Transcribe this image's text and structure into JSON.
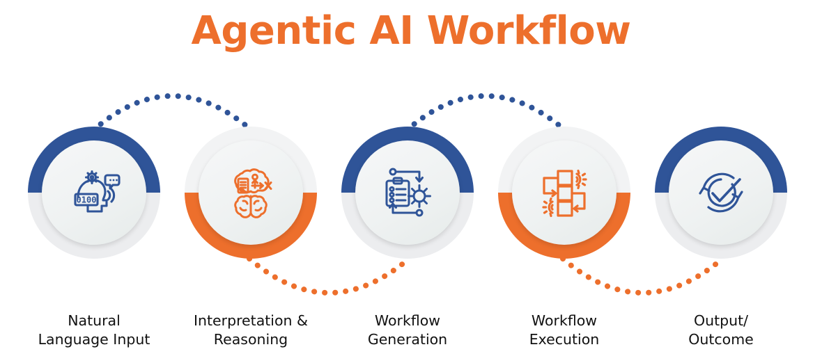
{
  "title": "Agentic AI Workflow",
  "colors": {
    "blue": "#2F5498",
    "orange": "#ED6F2C",
    "ring_gray_light": "#F2F3F4",
    "ring_gray": "#ECEDEF",
    "label_text": "#111111",
    "background": "#FFFFFF"
  },
  "steps": [
    {
      "index": "1",
      "label": "Natural\nLanguage Input",
      "icon": "head-binary-chat-icon",
      "accent": "#2F5498",
      "ring_style": "blue-top"
    },
    {
      "index": "2",
      "label": "Interpretation &\nReasoning",
      "icon": "brain-thought-cloud-icon",
      "accent": "#ED6F2C",
      "ring_style": "orange-bottom"
    },
    {
      "index": "3",
      "label": "Workflow\nGeneration",
      "icon": "clipboard-gear-cycle-icon",
      "accent": "#2F5498",
      "ring_style": "blue-top"
    },
    {
      "index": "4",
      "label": "Workflow\nExecution",
      "icon": "flowchart-gears-icon",
      "accent": "#ED6F2C",
      "ring_style": "orange-bottom"
    },
    {
      "index": "5",
      "label": "Output/\nOutcome",
      "icon": "check-circular-arrows-icon",
      "accent": "#2F5498",
      "ring_style": "blue-top"
    }
  ],
  "connectors": [
    {
      "name": "connector-1-2",
      "from": "1",
      "to": "2",
      "position": "above",
      "color": "#2F5498",
      "style": "dotted-arc"
    },
    {
      "name": "connector-2-3",
      "from": "2",
      "to": "3",
      "position": "below",
      "color": "#ED6F2C",
      "style": "dotted-arc"
    },
    {
      "name": "connector-3-4",
      "from": "3",
      "to": "4",
      "position": "above",
      "color": "#2F5498",
      "style": "dotted-arc"
    },
    {
      "name": "connector-4-5",
      "from": "4",
      "to": "5",
      "position": "below",
      "color": "#ED6F2C",
      "style": "dotted-arc"
    }
  ]
}
